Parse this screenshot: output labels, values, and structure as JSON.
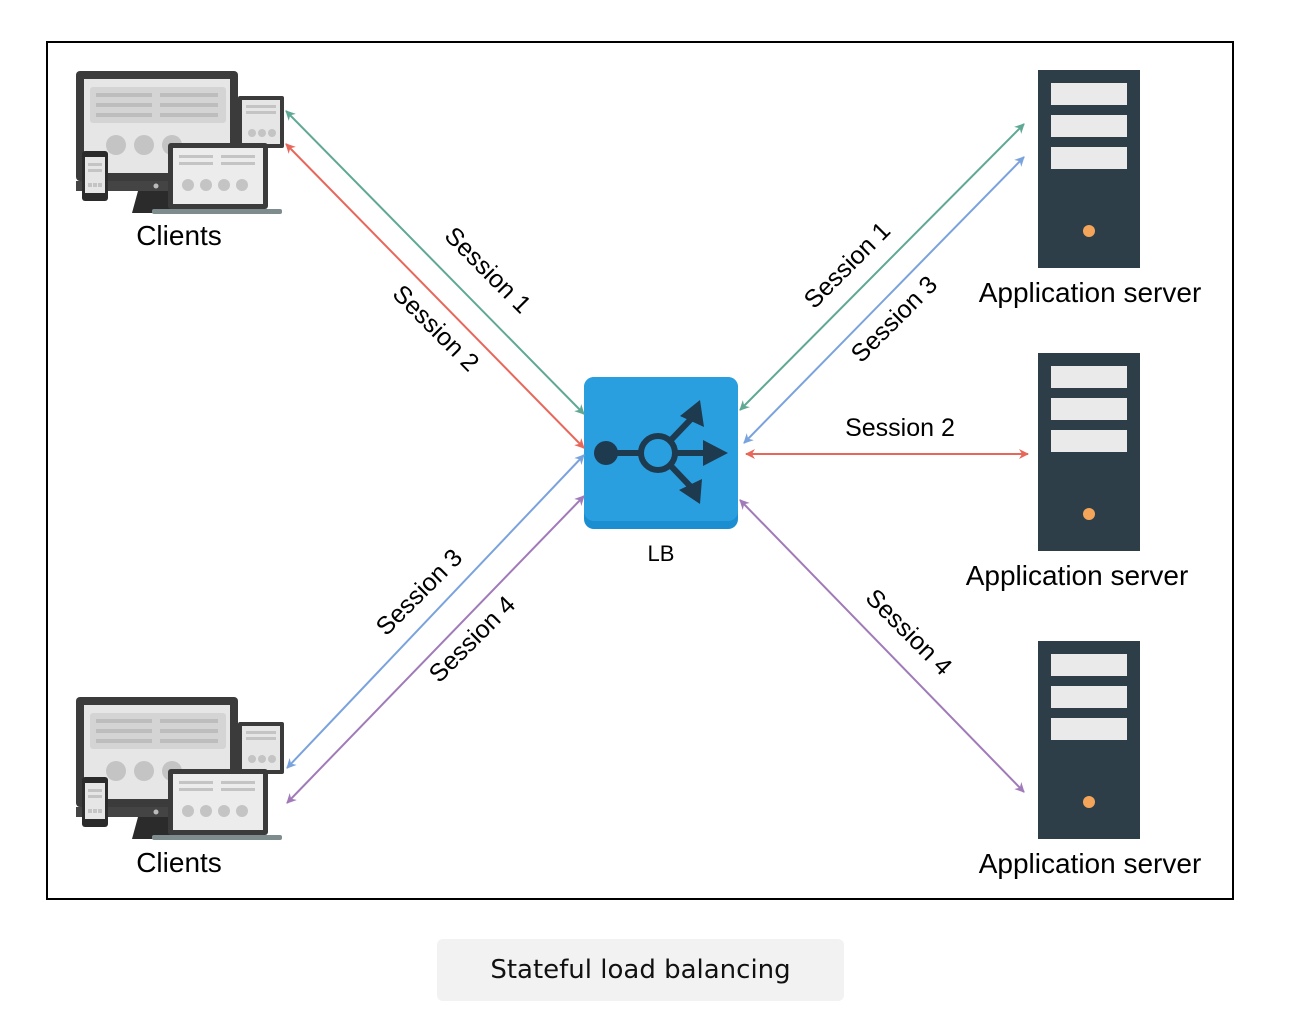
{
  "nodes": {
    "clients_top": "Clients",
    "clients_bottom": "Clients",
    "lb": "LB",
    "server_top": "Application server",
    "server_middle": "Application server",
    "server_bottom": "Application server"
  },
  "sessions": {
    "top_left_1": "Session 1",
    "top_left_2": "Session 2",
    "bottom_left_3": "Session 3",
    "bottom_left_4": "Session 4",
    "right_top_1": "Session 1",
    "right_top_3": "Session 3",
    "right_middle_2": "Session 2",
    "right_bottom_4": "Session 4"
  },
  "colors": {
    "session1": "#5fa894",
    "session2": "#e8675b",
    "session3": "#7aa3dd",
    "session4": "#a07ab9",
    "lb_fill": "#2a9fe0",
    "server_fill": "#2e3e49"
  },
  "caption": "Stateful load balancing"
}
